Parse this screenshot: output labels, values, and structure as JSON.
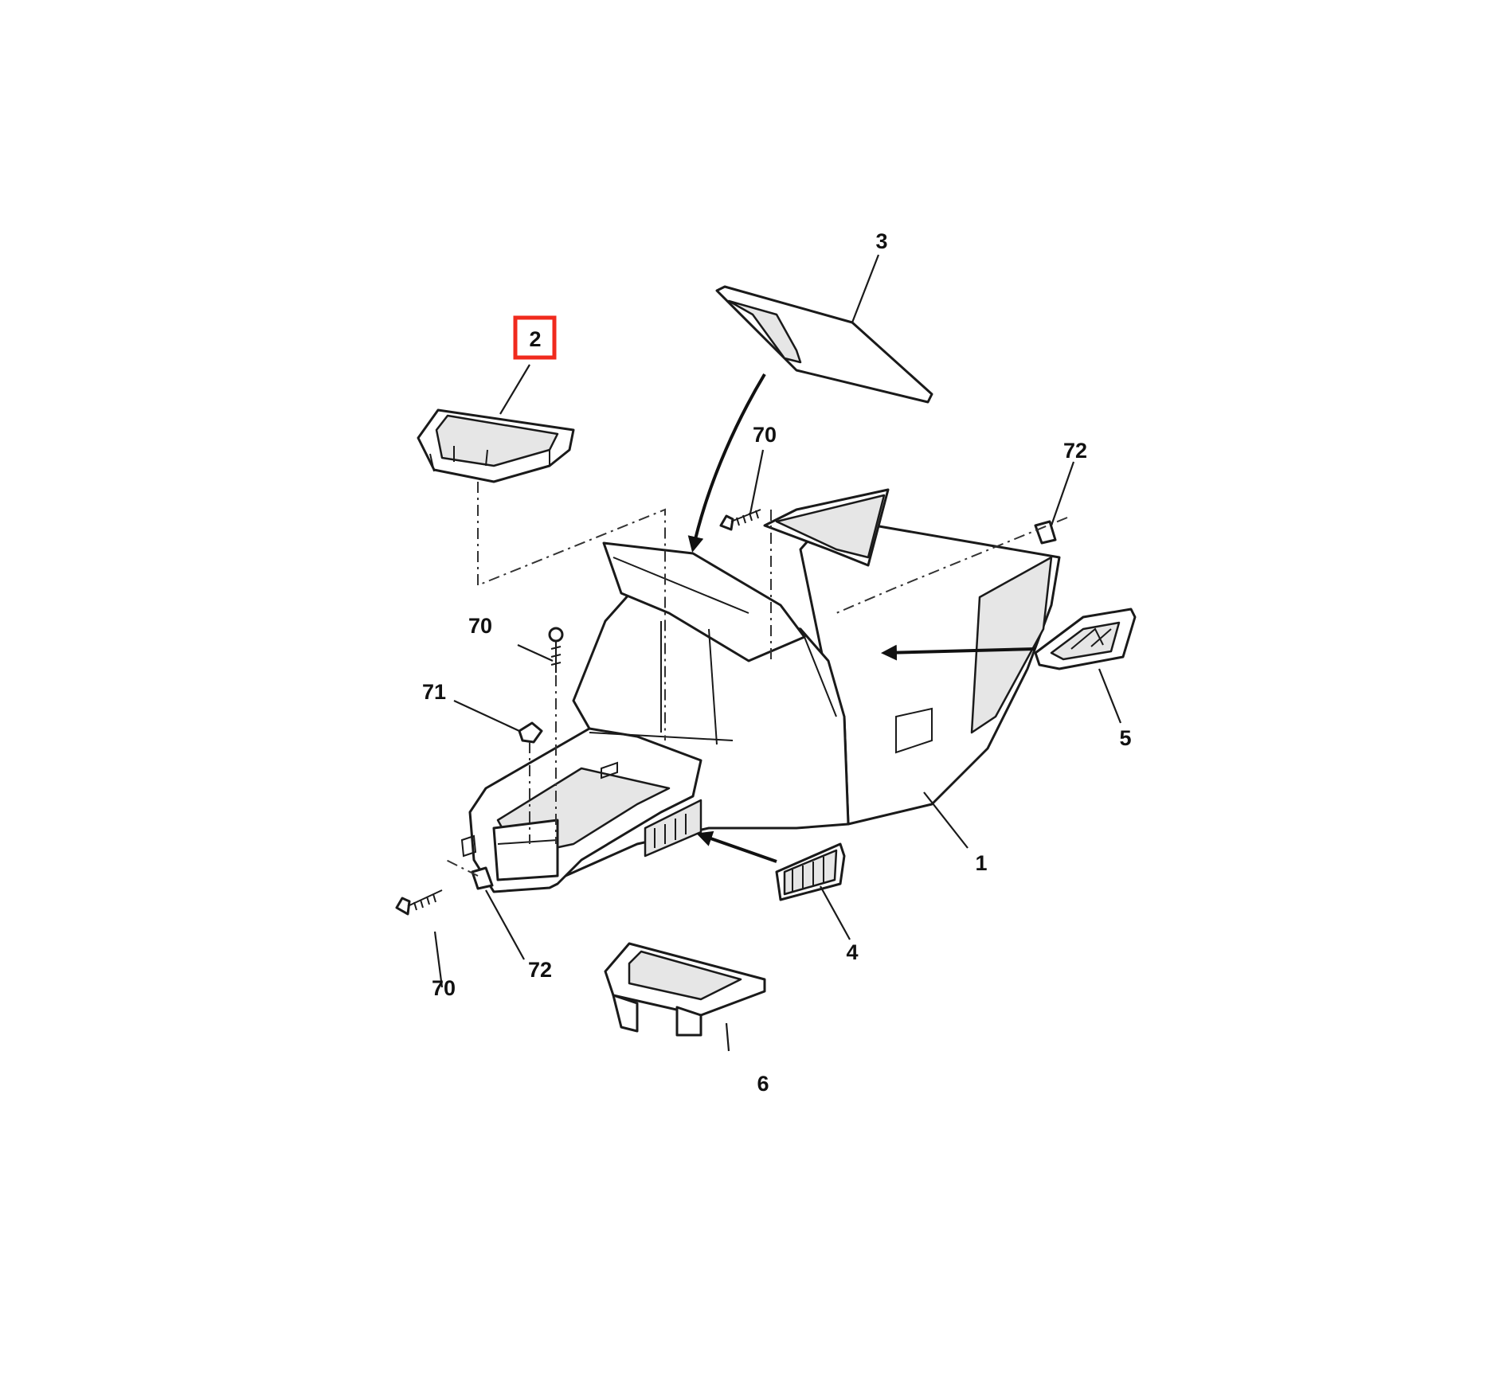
{
  "callouts": [
    {
      "id": "1",
      "text": "1"
    },
    {
      "id": "2",
      "text": "2",
      "highlighted": true
    },
    {
      "id": "3",
      "text": "3"
    },
    {
      "id": "4",
      "text": "4"
    },
    {
      "id": "5",
      "text": "5"
    },
    {
      "id": "6",
      "text": "6"
    },
    {
      "id": "70a",
      "text": "70"
    },
    {
      "id": "70b",
      "text": "70"
    },
    {
      "id": "70c",
      "text": "70"
    },
    {
      "id": "71",
      "text": "71"
    },
    {
      "id": "72a",
      "text": "72"
    },
    {
      "id": "72b",
      "text": "72"
    }
  ],
  "highlight_color": "#f02a1d"
}
